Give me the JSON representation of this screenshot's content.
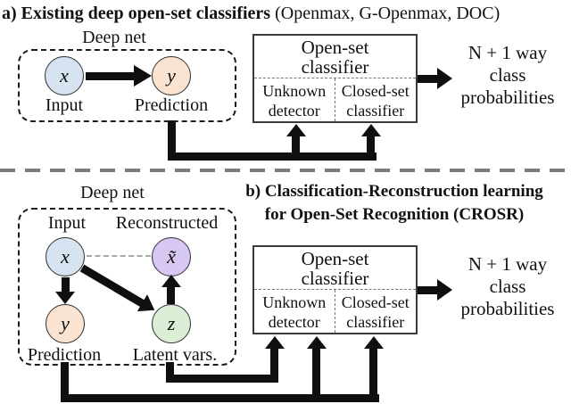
{
  "colors": {
    "node_input": "#d6e4f1",
    "node_prediction": "#fae3d1",
    "node_reconstructed": "#d6c8f2",
    "node_latent": "#dceed6",
    "connector_black": "#0f0f0f",
    "panel_divider_gray": "#7b7b7b"
  },
  "panel_a": {
    "title_bold": "a) Existing deep open-set classifiers",
    "title_rest": " (Openmax, G-Openmax, DOC)",
    "deepnet_label": "Deep net",
    "nodes": {
      "x": "x",
      "y": "y"
    },
    "labels": {
      "input": "Input",
      "prediction": "Prediction"
    },
    "classifier": {
      "title_line1": "Open-set",
      "title_line2": "classifier",
      "unknown_line1": "Unknown",
      "unknown_line2": "detector",
      "closed_line1": "Closed-set",
      "closed_line2": "classifier"
    },
    "output_lines": [
      "N + 1 way",
      "class",
      "probabilities"
    ]
  },
  "panel_b": {
    "title_line1": "b) Classification-Reconstruction learning",
    "title_line2": "for Open-Set Recognition (CROSR)",
    "deepnet_label": "Deep net",
    "nodes": {
      "x": "x",
      "x_tilde": "x̃",
      "y": "y",
      "z": "z"
    },
    "labels": {
      "input": "Input",
      "reconstructed": "Reconstructed",
      "prediction": "Prediction",
      "latent": "Latent vars."
    },
    "classifier": {
      "title_line1": "Open-set",
      "title_line2": "classifier",
      "unknown_line1": "Unknown",
      "unknown_line2": "detector",
      "closed_line1": "Closed-set",
      "closed_line2": "classifier"
    },
    "output_lines": [
      "N + 1 way",
      "class",
      "probabilities"
    ]
  }
}
